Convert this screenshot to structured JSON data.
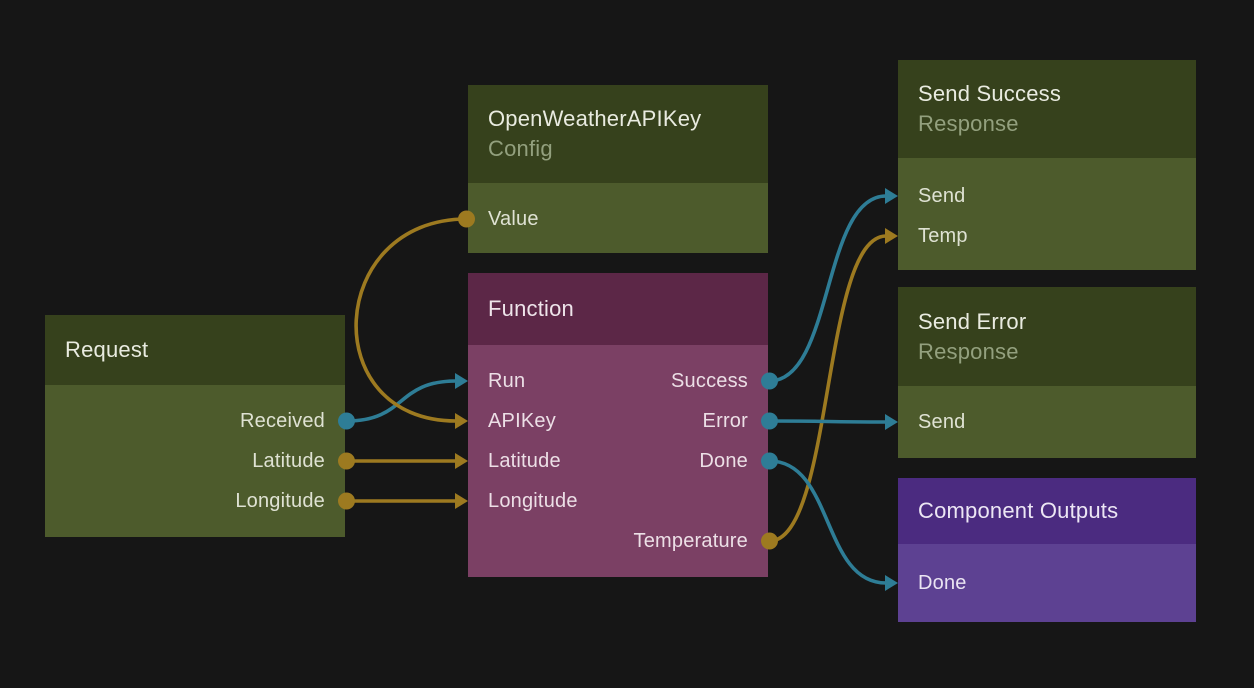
{
  "palette": {
    "flow_color": "#2e7d96",
    "data_color": "#9d7a20",
    "background": "#161616",
    "green_header": "#36411c",
    "green_body": "#4d5b2c",
    "plum_header": "#5c2747",
    "plum_body": "#7b4064",
    "purple_header": "#4b2b80",
    "purple_body": "#5d4192"
  },
  "nodes": {
    "request": {
      "title": "Request",
      "ports": [
        {
          "id": "received",
          "label": "Received",
          "type": "flow",
          "dir": "out"
        },
        {
          "id": "latitude",
          "label": "Latitude",
          "type": "data",
          "dir": "out"
        },
        {
          "id": "longitude",
          "label": "Longitude",
          "type": "data",
          "dir": "out"
        }
      ]
    },
    "openweather": {
      "title": "OpenWeatherAPIKey",
      "subtitle": "Config",
      "ports": [
        {
          "id": "value",
          "label": "Value",
          "type": "data",
          "dir": "out",
          "side": "left"
        }
      ]
    },
    "function": {
      "title": "Function",
      "ports": [
        {
          "id": "run",
          "label": "Run",
          "type": "flow",
          "dir": "in"
        },
        {
          "id": "apikey",
          "label": "APIKey",
          "type": "data",
          "dir": "in"
        },
        {
          "id": "latitude",
          "label": "Latitude",
          "type": "data",
          "dir": "in"
        },
        {
          "id": "longitude",
          "label": "Longitude",
          "type": "data",
          "dir": "in"
        },
        {
          "id": "success",
          "label": "Success",
          "type": "flow",
          "dir": "out"
        },
        {
          "id": "error",
          "label": "Error",
          "type": "flow",
          "dir": "out"
        },
        {
          "id": "done",
          "label": "Done",
          "type": "flow",
          "dir": "out"
        },
        {
          "id": "temperature",
          "label": "Temperature",
          "type": "data",
          "dir": "out"
        }
      ]
    },
    "send_success": {
      "title": "Send Success",
      "subtitle": "Response",
      "ports": [
        {
          "id": "send",
          "label": "Send",
          "type": "flow",
          "dir": "in"
        },
        {
          "id": "temp",
          "label": "Temp",
          "type": "data",
          "dir": "in"
        }
      ]
    },
    "send_error": {
      "title": "Send Error",
      "subtitle": "Response",
      "ports": [
        {
          "id": "send",
          "label": "Send",
          "type": "flow",
          "dir": "in"
        }
      ]
    },
    "component_outputs": {
      "title": "Component Outputs",
      "ports": [
        {
          "id": "done",
          "label": "Done",
          "type": "flow",
          "dir": "in"
        }
      ]
    }
  },
  "connections": [
    {
      "from": "request.received",
      "to": "function.run",
      "type": "flow"
    },
    {
      "from": "openweather.value",
      "to": "function.apikey",
      "type": "data"
    },
    {
      "from": "request.latitude",
      "to": "function.latitude",
      "type": "data"
    },
    {
      "from": "request.longitude",
      "to": "function.longitude",
      "type": "data"
    },
    {
      "from": "function.success",
      "to": "send_success.send",
      "type": "flow"
    },
    {
      "from": "function.temperature",
      "to": "send_success.temp",
      "type": "data"
    },
    {
      "from": "function.error",
      "to": "send_error.send",
      "type": "flow"
    },
    {
      "from": "function.done",
      "to": "component_outputs.done",
      "type": "flow"
    }
  ]
}
